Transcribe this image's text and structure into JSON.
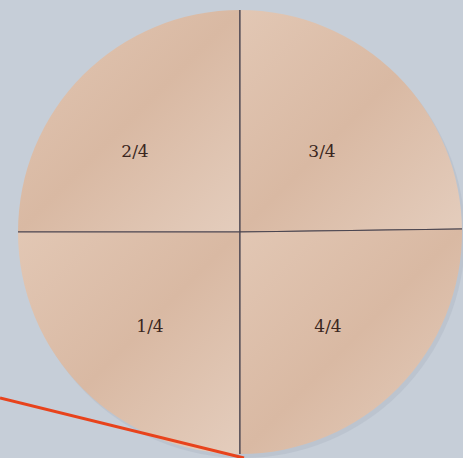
{
  "diagram": {
    "nodes": [
      {
        "text": [
          "2/4"
        ]
      },
      {
        "text": [
          "3/4"
        ]
      },
      {
        "text": [
          "1/4"
        ]
      },
      {
        "text": [
          "4/4"
        ]
      }
    ]
  }
}
